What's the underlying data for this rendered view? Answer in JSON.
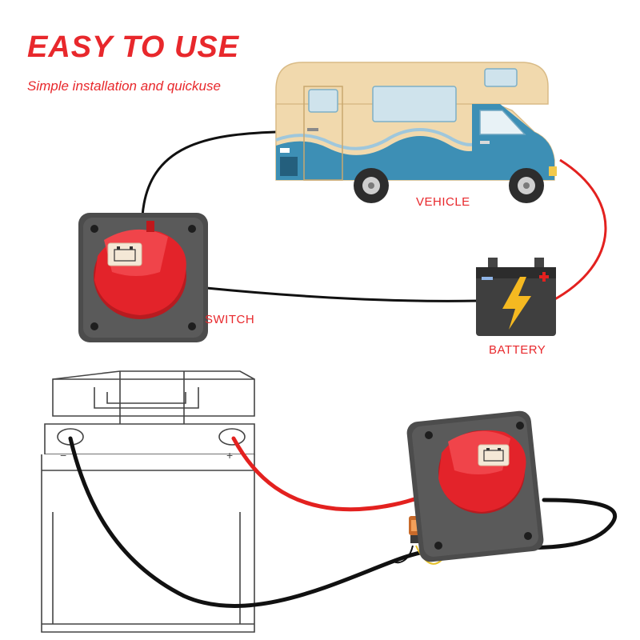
{
  "header": {
    "title": "EASY TO USE",
    "subtitle": "Simple installation and quickuse"
  },
  "labels": {
    "vehicle": "VEHICLE",
    "switch": "SWITCH",
    "battery": "BATTERY"
  },
  "battery_terminals": {
    "minus": "−",
    "plus": "+"
  },
  "colors": {
    "accent": "#e8282c",
    "wire_positive": "#e3211f",
    "wire_negative": "#111111",
    "knob": "#e3232a",
    "switch_base": "#4a4a4a",
    "rv_body": "#f0d6a8",
    "rv_blue": "#3d8fb5",
    "bolt": "#f5b921"
  }
}
